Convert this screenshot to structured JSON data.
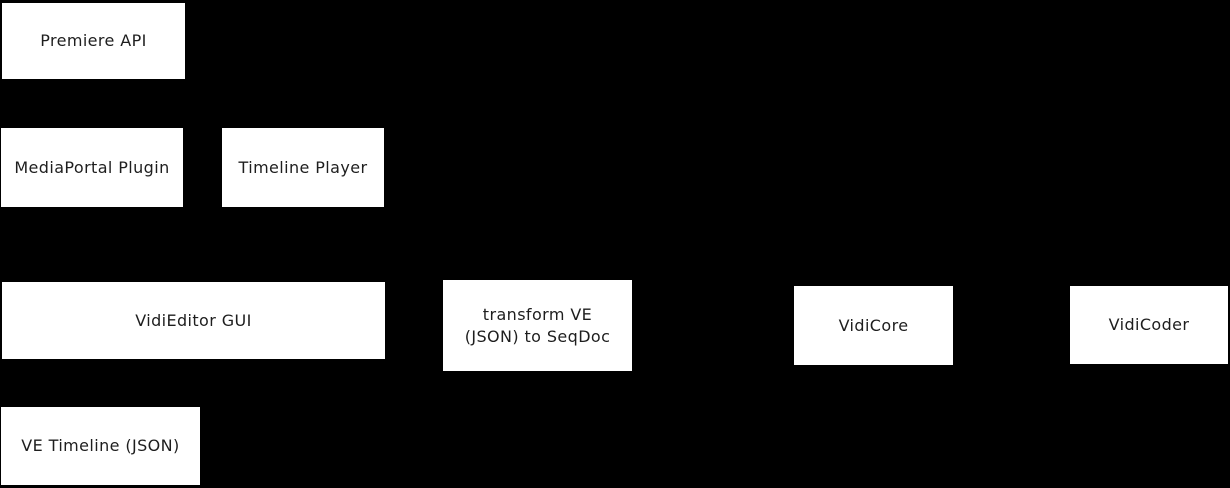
{
  "canvas": {
    "background_color": "#000000",
    "node_fill_color": "#ffffff",
    "node_text_color": "#1e1e1e"
  },
  "diagram": {
    "type": "flow-diagram",
    "nodes": [
      {
        "id": "premiere-api",
        "label": "Premiere API"
      },
      {
        "id": "mediaportal-plugin",
        "label": "MediaPortal Plugin"
      },
      {
        "id": "timeline-player",
        "label": "Timeline Player"
      },
      {
        "id": "vidieditor-gui",
        "label": "VidiEditor GUI"
      },
      {
        "id": "transform-ve-json-to-seqdoc",
        "label": "transform VE\n(JSON) to SeqDoc"
      },
      {
        "id": "vidicore",
        "label": "VidiCore"
      },
      {
        "id": "vidicoder",
        "label": "VidiCoder"
      },
      {
        "id": "ve-timeline-json",
        "label": "VE Timeline (JSON)"
      }
    ],
    "edges": []
  }
}
